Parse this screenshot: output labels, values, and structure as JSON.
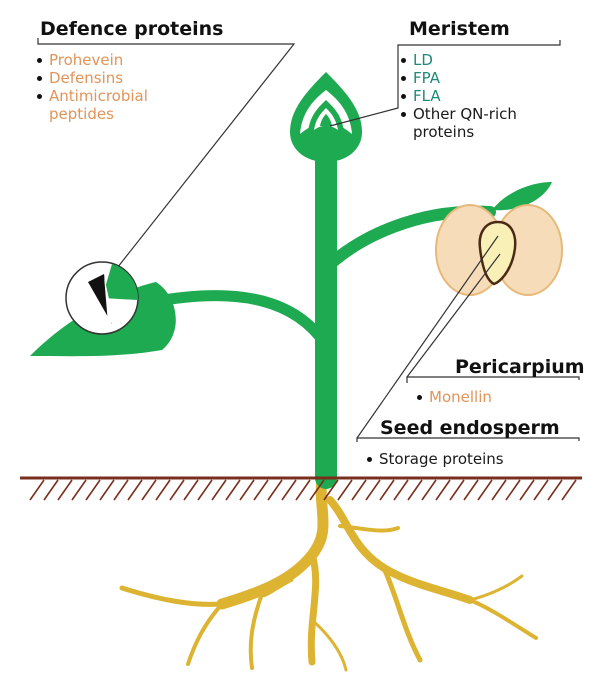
{
  "colors": {
    "plant_green": "#1eaa50",
    "root_gold": "#dcb432",
    "soil_brown": "#7a2f1c",
    "fruit_peach": "#f6dcb8",
    "text_orange": "#e0945a",
    "text_teal": "#1f8a7a",
    "text_black": "#1a1a1a"
  },
  "defence": {
    "title": "Defence proteins",
    "items": [
      {
        "text": "Prohevein",
        "color": "orange"
      },
      {
        "text": "Defensins",
        "color": "orange"
      },
      {
        "text": "Antimicrobial peptides",
        "color": "orange"
      }
    ]
  },
  "meristem": {
    "title": "Meristem",
    "items": [
      {
        "text": "LD",
        "color": "teal"
      },
      {
        "text": "FPA",
        "color": "teal"
      },
      {
        "text": "FLA",
        "color": "teal"
      },
      {
        "text": "Other QN-rich proteins",
        "color": "black"
      }
    ]
  },
  "pericarpium": {
    "title": "Pericarpium",
    "items": [
      {
        "text": "Monellin",
        "color": "orange"
      }
    ]
  },
  "seed": {
    "title": "Seed endosperm",
    "items": [
      {
        "text": "Storage proteins",
        "color": "black"
      }
    ]
  }
}
